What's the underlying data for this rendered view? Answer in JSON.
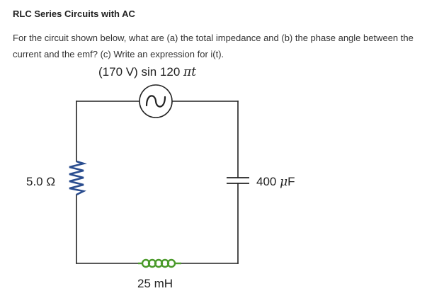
{
  "header": {
    "title": "RLC Series Circuits with AC"
  },
  "question": {
    "text": "For the circuit shown below, what are (a) the total impedance and (b) the phase angle between the current and the emf? (c) Write an expression for i(t)."
  },
  "circuit": {
    "source_label": "(170 V) sin 120 ",
    "source_symbol": "πt",
    "resistor_label": "5.0 Ω",
    "capacitor_label_value": "400 ",
    "capacitor_label_unit_symbol": "μ",
    "capacitor_label_unit": "F",
    "inductor_label": "25 mH"
  },
  "colors": {
    "wire": "#222222",
    "resistor": "#2a4d8f",
    "inductor": "#4a9a2a"
  }
}
